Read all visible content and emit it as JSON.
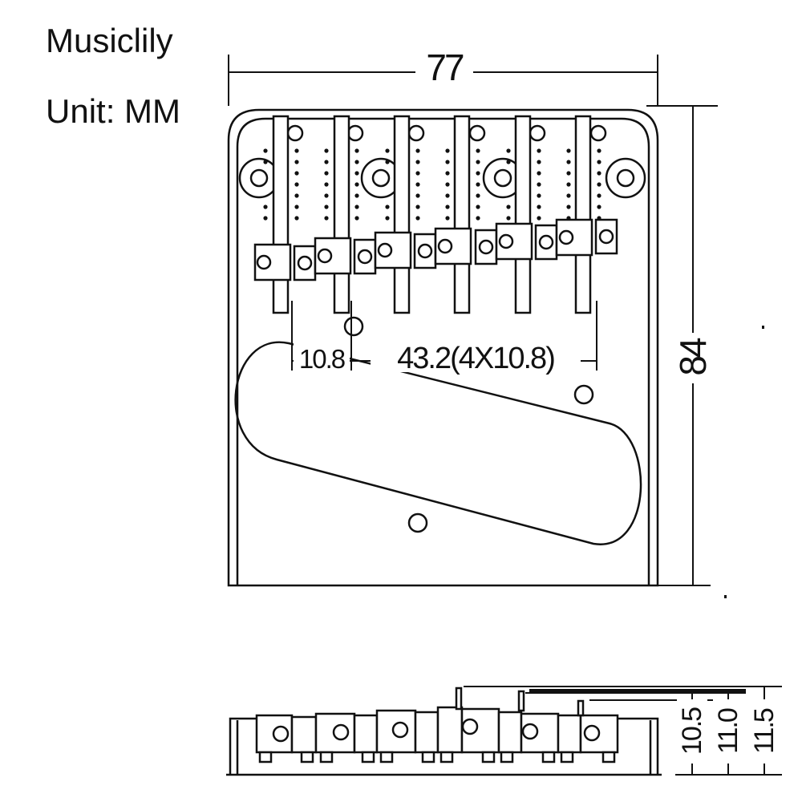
{
  "header": {
    "brand": "Musiclily",
    "unit": "Unit: MM"
  },
  "dimensions": {
    "width": "77",
    "height": "84",
    "first_spacing": "10.8",
    "string_spacing": "43.2(4X10.8)",
    "side_heights": [
      "10.5",
      "11.0",
      "11.5"
    ]
  },
  "colors": {
    "line": "#111111",
    "background": "#ffffff"
  }
}
